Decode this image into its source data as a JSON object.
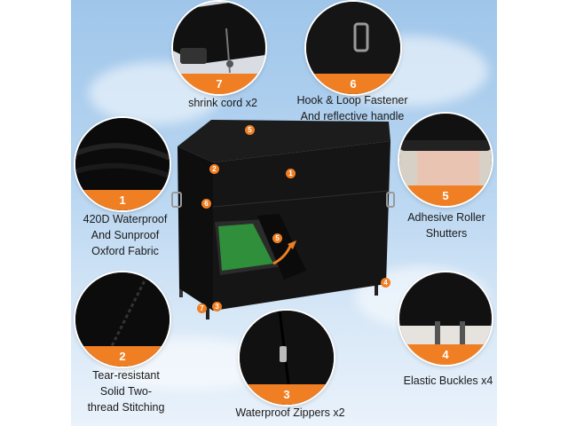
{
  "features": [
    {
      "number": "1",
      "caption": "420D Waterproof\nAnd Sunproof\nOxford Fabric"
    },
    {
      "number": "2",
      "caption": "Tear-resistant\nSolid Two-\nthread Stitching"
    },
    {
      "number": "3",
      "caption": "Waterproof Zippers x2"
    },
    {
      "number": "4",
      "caption": "Elastic Buckles x4"
    },
    {
      "number": "5",
      "caption": "Adhesive Roller\nShutters"
    },
    {
      "number": "6",
      "caption": "Hook & Loop Fastener\nAnd reflective handle"
    },
    {
      "number": "7",
      "caption": "shrink cord x2"
    }
  ],
  "product_markers": [
    "5",
    "2",
    "1",
    "6",
    "5",
    "4",
    "7",
    "3"
  ],
  "colors": {
    "accent": "#f07f24",
    "cover": "#111111",
    "sky": "#b9d6f1",
    "inner_mat": "#2f8f3a"
  }
}
